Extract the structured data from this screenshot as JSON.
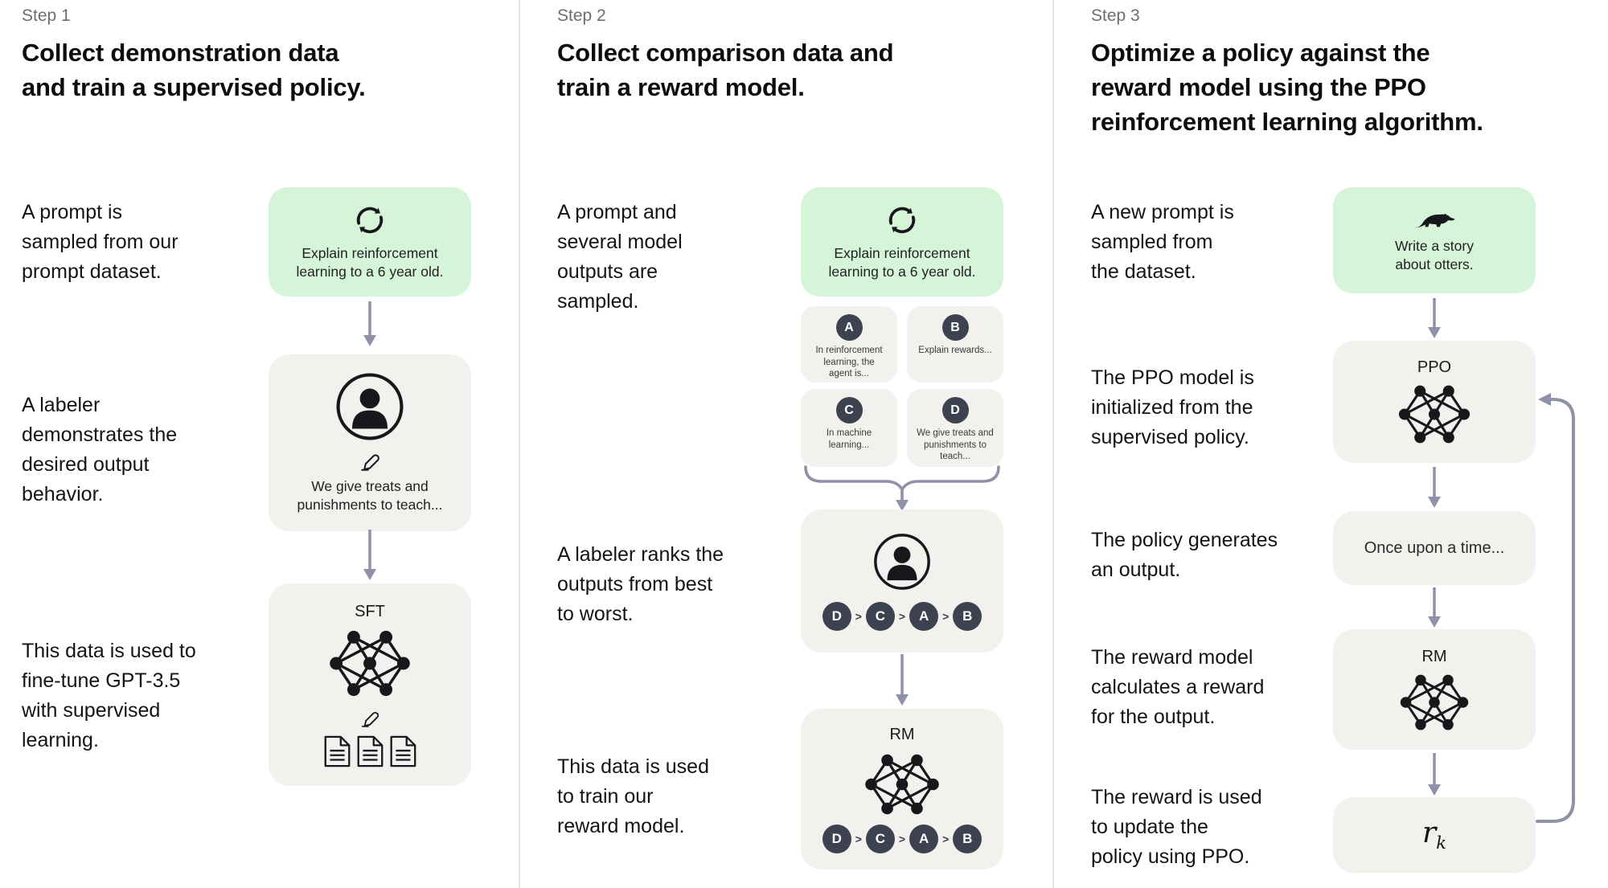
{
  "colors": {
    "background": "#ffffff",
    "prompt_box_green": "#d6f5d8",
    "panel_gray": "#f3f1ee",
    "badge_navy": "#3d4250",
    "arrow_purple_gray": "#8f91a8",
    "icon_black": "#16181c",
    "divider_gray": "#e6e5e3"
  },
  "icons": {
    "prompt_icon": "cycle-arrows-icon",
    "labeler_icon": "person-icon",
    "edit_icon": "pencil-icon",
    "data_icon": "documents-icon",
    "model_icon": "neural-network-icon",
    "otter_icon": "otter-icon",
    "arrow_icon": "arrow-down-icon"
  },
  "step1": {
    "label": "Step 1",
    "title": "Collect demonstration data\nand train a supervised policy.",
    "captions": [
      "A prompt is\nsampled from our\nprompt dataset.",
      "A labeler\ndemonstrates the\ndesired output\nbehavior.",
      "This data is used to\nfine-tune GPT-3.5\nwith supervised\nlearning."
    ],
    "prompt_box": {
      "text": "Explain reinforcement\nlearning to a 6 year old."
    },
    "labeler_box": {
      "text": "We give treats and\npunishments to teach..."
    },
    "model_box": {
      "label": "SFT"
    }
  },
  "step2": {
    "label": "Step 2",
    "title": "Collect comparison data and\ntrain a reward model.",
    "captions": [
      "A prompt and\nseveral model\noutputs are\nsampled.",
      "A labeler ranks the\noutputs from best\nto worst.",
      "This data is used\nto train our\nreward model."
    ],
    "prompt_box": {
      "text": "Explain reinforcement\nlearning to a 6 year old."
    },
    "outputs": [
      {
        "letter": "A",
        "text": "In reinforcement\nlearning, the\nagent is..."
      },
      {
        "letter": "B",
        "text": "Explain rewards..."
      },
      {
        "letter": "C",
        "text": "In machine\nlearning..."
      },
      {
        "letter": "D",
        "text": "We give treats and\npunishments to\nteach..."
      }
    ],
    "ranking": [
      "D",
      "C",
      "A",
      "B"
    ],
    "rank_sep": ">",
    "model_box": {
      "label": "RM"
    }
  },
  "step3": {
    "label": "Step 3",
    "title": "Optimize a policy against the\nreward model using the PPO\nreinforcement learning algorithm.",
    "captions": [
      "A new prompt is\nsampled from\nthe dataset.",
      "The PPO model is\ninitialized from the\nsupervised policy.",
      "The policy generates\nan output.",
      "The reward model\ncalculates a reward\nfor the output.",
      "The reward is used\nto update the\npolicy using PPO."
    ],
    "prompt_box": {
      "text": "Write a story\nabout otters."
    },
    "ppo_box": {
      "label": "PPO"
    },
    "output_box": {
      "text": "Once upon a time..."
    },
    "rm_box": {
      "label": "RM"
    },
    "reward_box": {
      "base": "r",
      "sub": "k"
    }
  }
}
